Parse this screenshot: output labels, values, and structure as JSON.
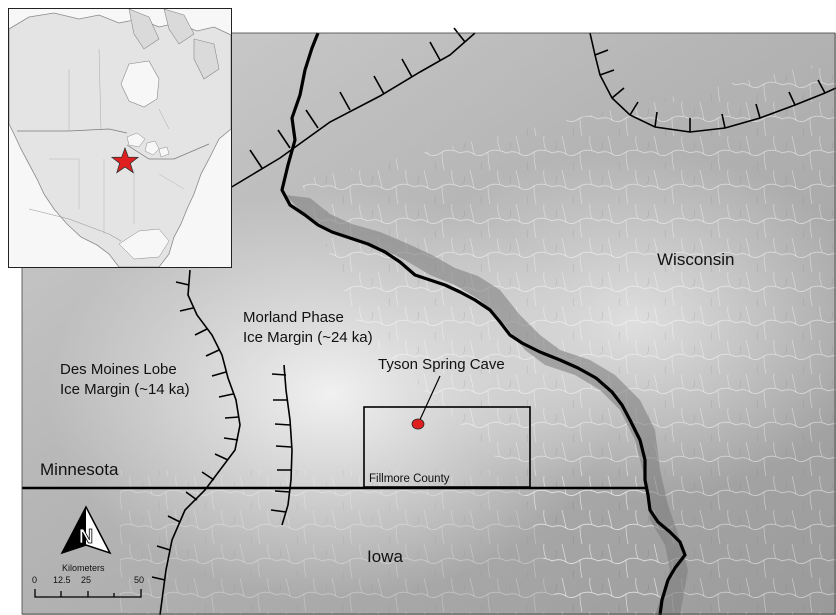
{
  "labels": {
    "wisconsin": "Wisconsin",
    "minnesota": "Minnesota",
    "iowa": "Iowa",
    "morland_line1": "Morland Phase",
    "morland_line2": "Ice Margin (~24 ka)",
    "desmoines_line1": "Des Moines Lobe",
    "desmoines_line2": "Ice Margin (~14 ka)",
    "cave": "Tyson Spring Cave",
    "fillmore": "Fillmore County"
  },
  "north_arrow": {
    "letter": "N"
  },
  "scale": {
    "title": "Kilometers",
    "ticks": [
      "0",
      "12.5",
      "25",
      "50"
    ]
  },
  "colors": {
    "cave_marker": "#e02020",
    "inset_star": "#e02020",
    "boundary": "#000000",
    "relief_light": "#f2f2f2",
    "relief_dark": "#8a8a8a"
  }
}
